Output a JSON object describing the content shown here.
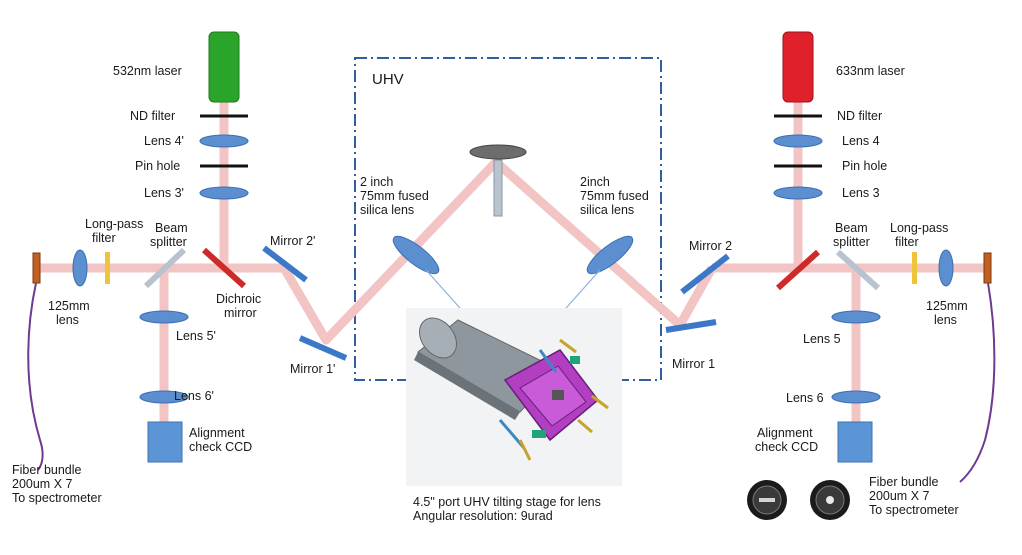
{
  "labels": {
    "laser_532": "532nm laser",
    "laser_633": "633nm laser",
    "nd_left": "ND filter",
    "nd_right": "ND filter",
    "lens4p": "Lens 4'",
    "lens4": "Lens 4",
    "pin_left": "Pin hole",
    "pin_right": "Pin hole",
    "lens3p": "Lens 3'",
    "lens3": "Lens 3",
    "uhv": "UHV",
    "fused_left_1": "2 inch",
    "fused_left_2": "75mm fused",
    "fused_left_3": "silica lens",
    "fused_right_1": "2inch",
    "fused_right_2": "75mm fused",
    "fused_right_3": "silica lens",
    "lpf_left_1": "Long-pass",
    "lpf_left_2": "filter",
    "bs_left_1": "Beam",
    "bs_left_2": "splitter",
    "mirror2p": "Mirror 2'",
    "mirror2": "Mirror 2",
    "bs_right_1": "Beam",
    "bs_right_2": "splitter",
    "lpf_right_1": "Long-pass",
    "lpf_right_2": "filter",
    "lens125_left_1": "125mm",
    "lens125_left_2": "lens",
    "lens125_right_1": "125mm",
    "lens125_right_2": "lens",
    "dichroic_1": "Dichroic",
    "dichroic_2": "mirror",
    "lens5p": "Lens 5'",
    "lens5": "Lens 5",
    "mirror1p": "Mirror 1'",
    "mirror1": "Mirror 1",
    "lens6p": "Lens 6'",
    "lens6": "Lens 6",
    "ccd_left_1": "Alignment",
    "ccd_left_2": "check CCD",
    "ccd_right_1": "Alignment",
    "ccd_right_2": "check CCD",
    "fiber_left_1": "Fiber bundle",
    "fiber_left_2": "200um X 7",
    "fiber_left_3": "To spectrometer",
    "fiber_right_1": "Fiber bundle",
    "fiber_right_2": "200um X 7",
    "fiber_right_3": "To spectrometer",
    "stage_1": "4.5\" port UHV tilting stage for lens",
    "stage_2": "Angular resolution: 9urad"
  },
  "colors": {
    "beam": "#f2c4c4",
    "laser_532": "#2aa52a",
    "laser_633": "#e0202a",
    "lens": "#5b8fd0",
    "mirror": "#3c78c8",
    "dichroic": "#cf2a2a",
    "long_pass_filter": "#f0c43a",
    "uhv_box": "#2f5f9e",
    "fiber": "#6e3a92"
  }
}
